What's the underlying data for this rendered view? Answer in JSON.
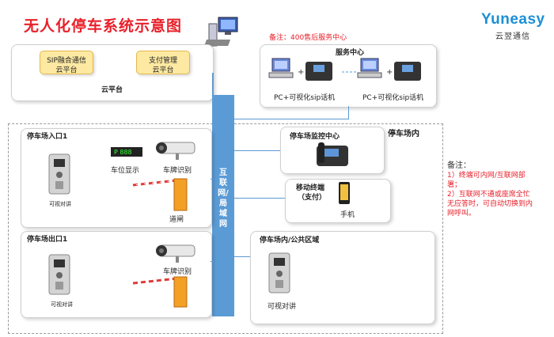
{
  "title": "无人化停车系统示意图",
  "logo": {
    "brand": "Yuneasy",
    "sub": "云翌通信",
    "color": "#1b8fd6"
  },
  "remark": "备注：400售后服务中心",
  "cloud": {
    "title": "云平台",
    "box1": [
      "SIP融合通信",
      "云平台"
    ],
    "box2": [
      "支付管理",
      "云平台"
    ]
  },
  "service": {
    "title": "服务中心",
    "left_caption": "PC+可视化sip话机",
    "right_caption": "PC+可视化sip话机"
  },
  "backbone": "互联网/局域网",
  "inside_label": "停车场内",
  "entrance": {
    "title": "停车场入口1",
    "intercom": "可视对讲",
    "display": "车位显示",
    "plate": "车牌识别",
    "gate": "道闸"
  },
  "exit": {
    "title": "停车场出口1",
    "intercom": "可视对讲",
    "plate": "车牌识别"
  },
  "monitor": {
    "title": "停车场监控中心"
  },
  "mobile": {
    "title": [
      "移动终端",
      "（支付）"
    ],
    "phone": "手机"
  },
  "public_area": {
    "title": "停车场内/公共区域",
    "intercom": "可视对讲"
  },
  "notes": {
    "heading": "备注：",
    "items": [
      "1）终端可内网/互联网部署；",
      "2）互联网不通或座席全忙无应答时，可自动切换到内网呼叫。"
    ]
  },
  "colors": {
    "title": "#e8202a",
    "backbone": "#5b9bd5",
    "accent_yellow": "#fde9a2"
  }
}
